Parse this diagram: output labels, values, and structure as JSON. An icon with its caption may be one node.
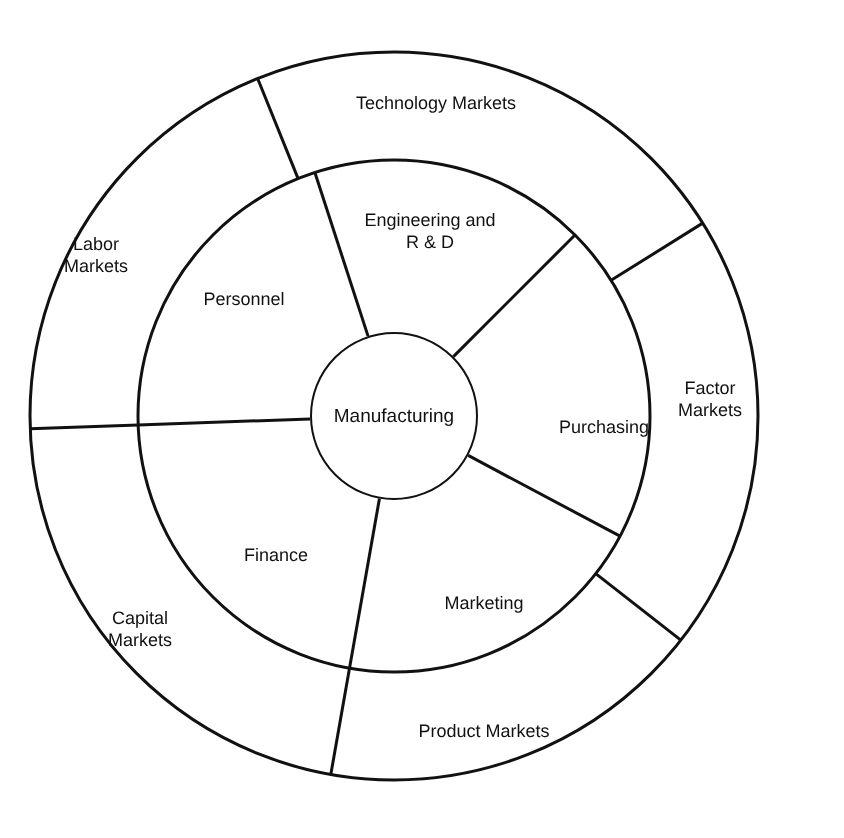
{
  "diagram": {
    "nodes": [
      {
        "text": [
          "Technology Markets"
        ]
      },
      {
        "text": [
          "Labor Markets"
        ]
      },
      {
        "text": [
          "Engineering and R & D"
        ]
      },
      {
        "text": [
          "Personnel"
        ]
      },
      {
        "text": [
          "Factor Markets"
        ]
      },
      {
        "text": [
          "Manufacturing"
        ]
      },
      {
        "text": [
          "Purchasing"
        ]
      },
      {
        "text": [
          "Finance"
        ]
      },
      {
        "text": [
          "Marketing"
        ]
      },
      {
        "text": [
          "Capital Markets"
        ]
      },
      {
        "text": [
          "Product Markets"
        ]
      }
    ]
  }
}
